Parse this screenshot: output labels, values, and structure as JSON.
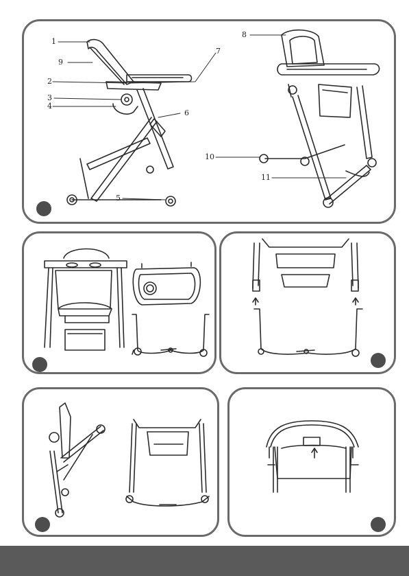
{
  "callouts": {
    "c1": "1",
    "c2": "2",
    "c3": "3",
    "c4": "4",
    "c5": "5",
    "c6": "6",
    "c7": "7",
    "c8": "8",
    "c9": "9",
    "c10": "10",
    "c11": "11"
  },
  "colors": {
    "frame": "#6a6a6a",
    "dot": "#4d4d4d",
    "line": "#2b2b2b",
    "footer": "#5a5a5a"
  }
}
